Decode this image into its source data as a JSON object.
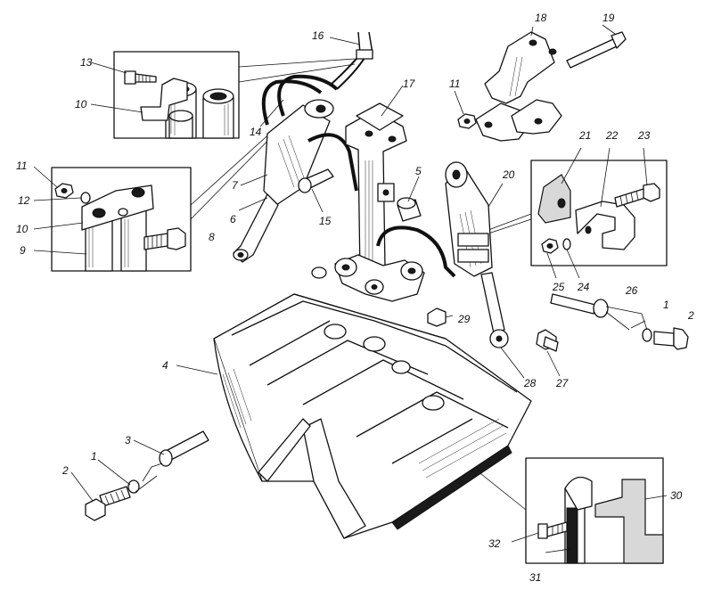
{
  "figure": {
    "colors": {
      "ink": "#111111",
      "paper": "#ffffff",
      "shade": "#d8d8d8"
    },
    "labels": [
      "1",
      "2",
      "3",
      "4",
      "5",
      "6",
      "7",
      "8",
      "9",
      "10",
      "11",
      "12",
      "13",
      "14",
      "15",
      "16",
      "17",
      "18",
      "19",
      "20",
      "21",
      "22",
      "23",
      "24",
      "25",
      "26",
      "27",
      "28",
      "29",
      "30",
      "31",
      "32"
    ],
    "callouts": {
      "c1a": "1",
      "c1b": "1",
      "c2a": "2",
      "c2b": "2",
      "c3": "3",
      "c4": "4",
      "c5": "5",
      "c6": "6",
      "c7": "7",
      "c8": "8",
      "c9": "9",
      "c10a": "10",
      "c10b": "10",
      "c11a": "11",
      "c11b": "11",
      "c12": "12",
      "c13": "13",
      "c14": "14",
      "c15": "15",
      "c16": "16",
      "c17": "17",
      "c18": "18",
      "c19": "19",
      "c20": "20",
      "c21": "21",
      "c22": "22",
      "c23": "23",
      "c24": "24",
      "c25": "25",
      "c26": "26",
      "c27": "27",
      "c28": "28",
      "c29": "29",
      "c30": "30",
      "c31": "31",
      "c32": "32"
    }
  }
}
